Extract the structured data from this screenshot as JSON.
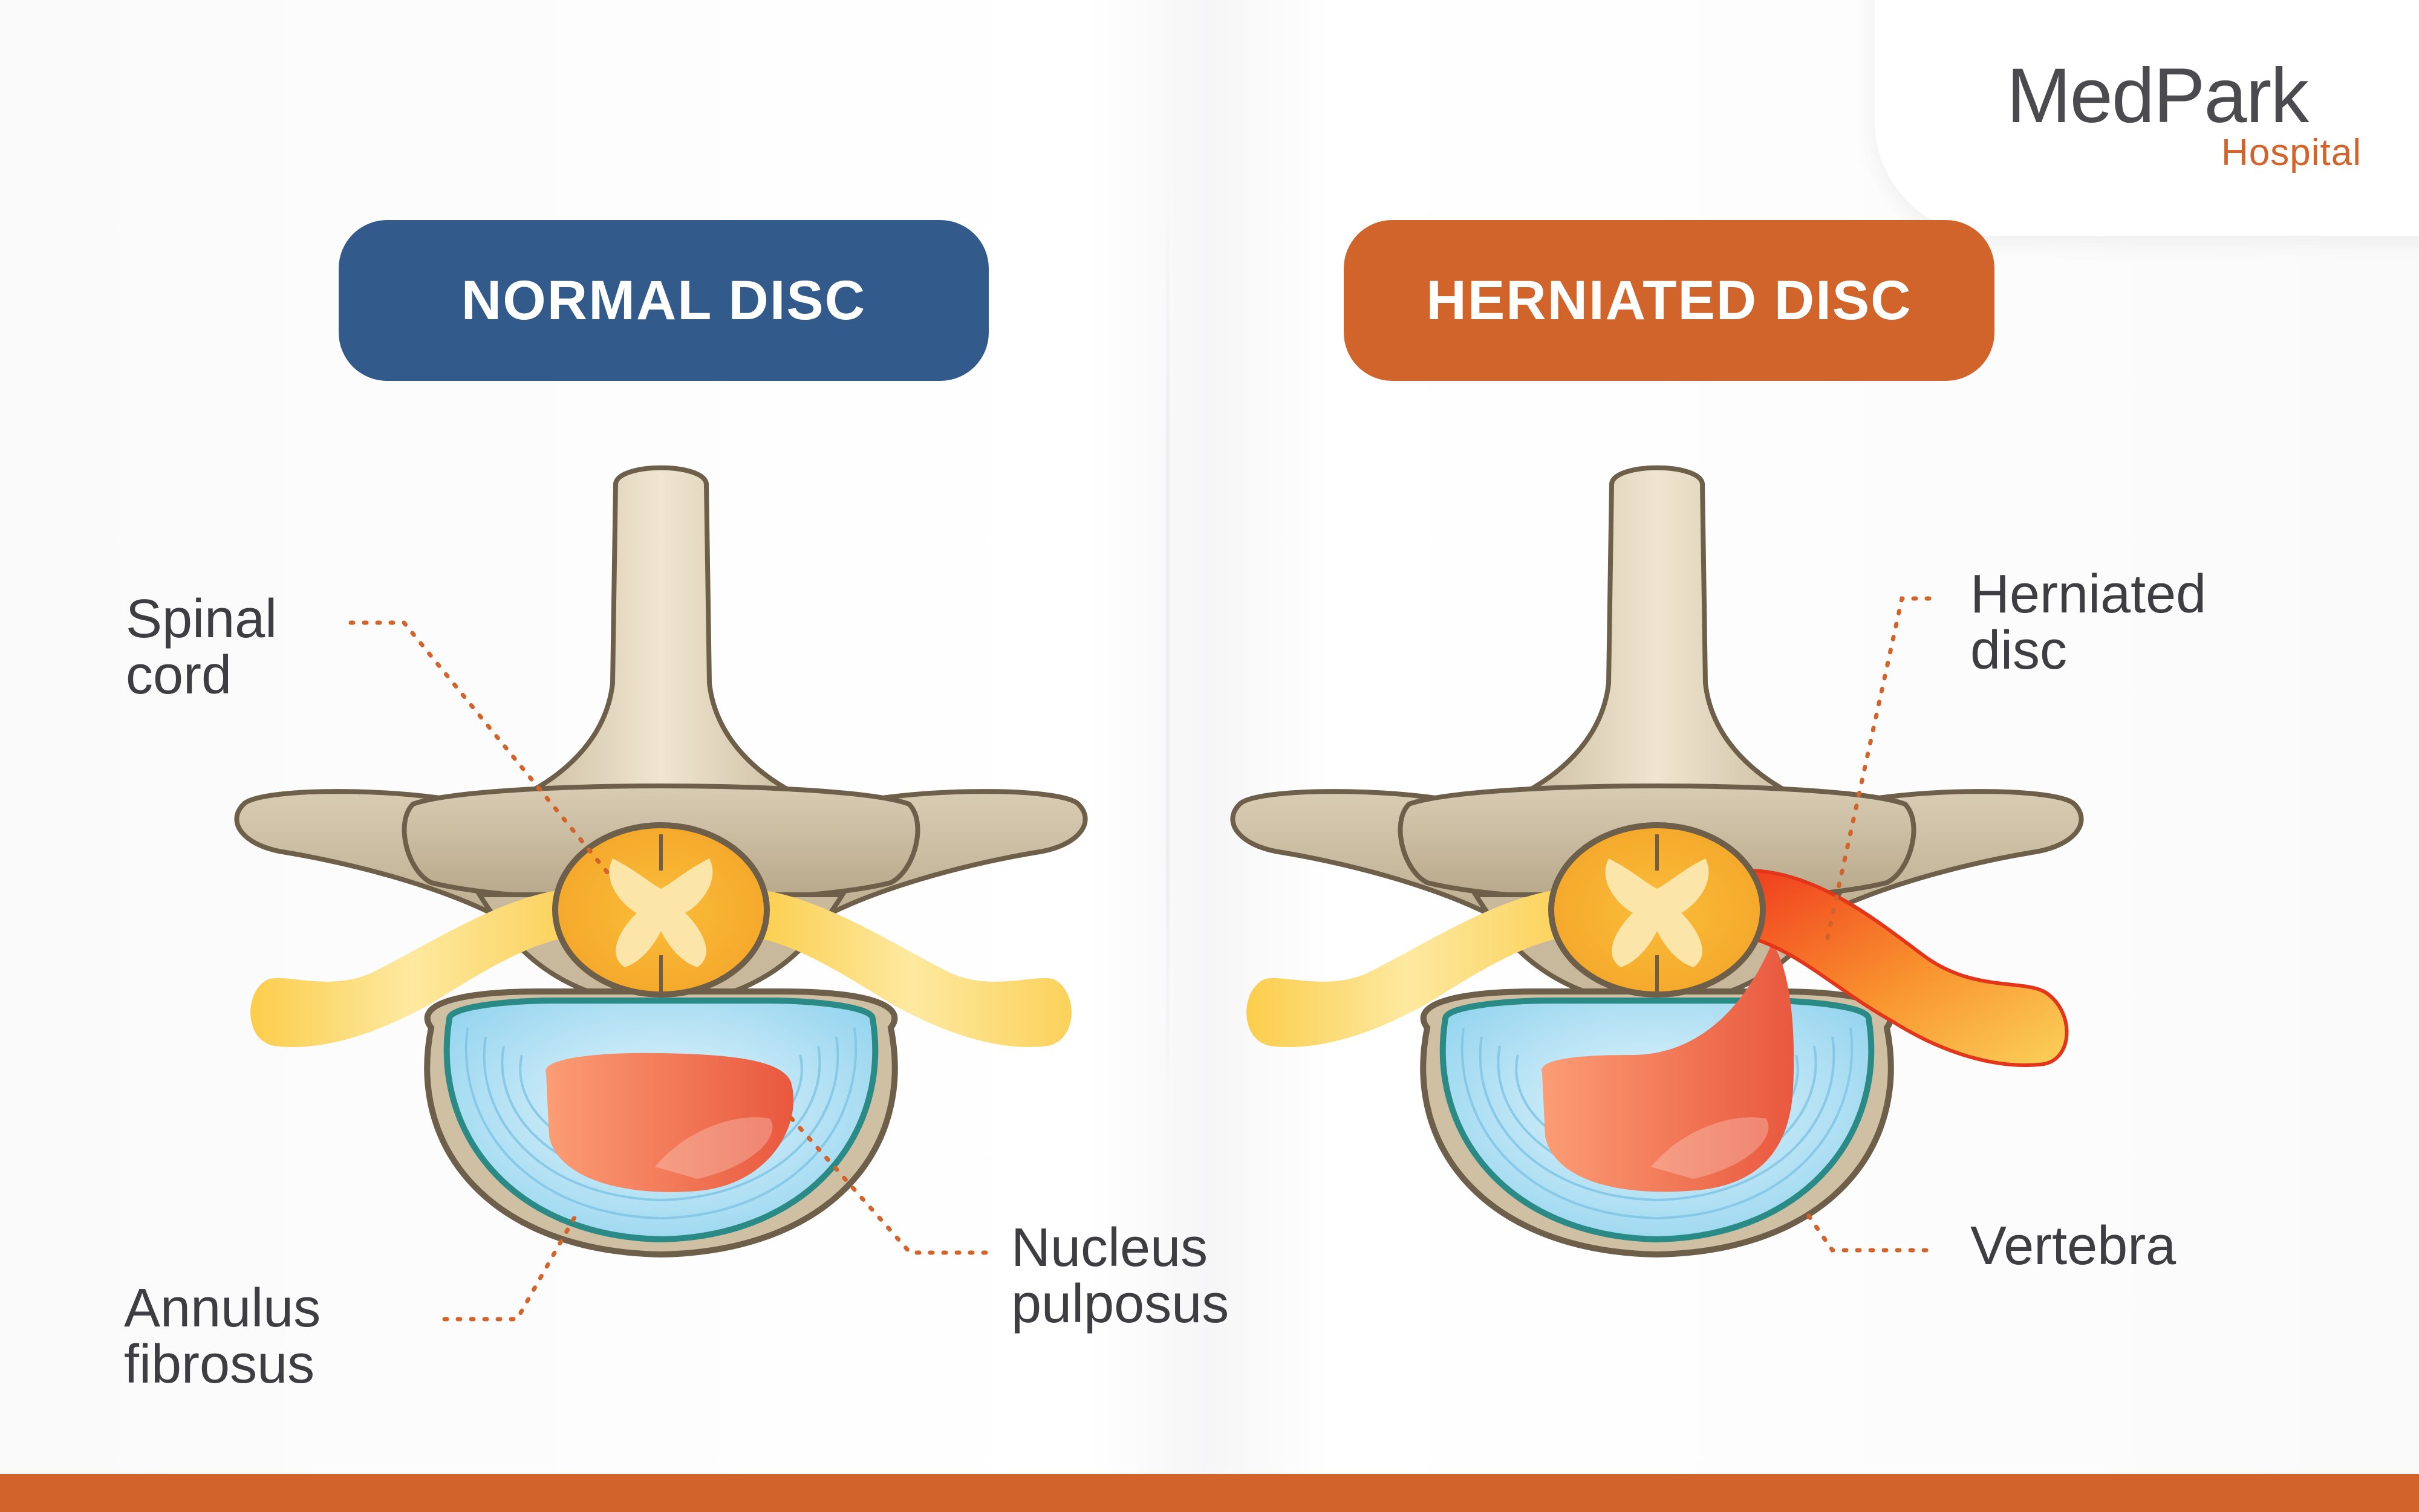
{
  "brand": {
    "name": "MedPark",
    "sub": "Hospital"
  },
  "panels": {
    "normal": {
      "title": "NORMAL DISC"
    },
    "herniated": {
      "title": "HERNIATED DISC"
    }
  },
  "labels": {
    "spinal_cord": [
      "Spinal",
      "cord"
    ],
    "annulus_fibrosus": [
      "Annulus",
      "fibrosus"
    ],
    "nucleus_pulposus": [
      "Nucleus",
      "pulposus"
    ],
    "herniated_disc": [
      "Herniated",
      "disc"
    ],
    "vertebra": "Vertebra"
  },
  "colors": {
    "normal_accent": "#325b8b",
    "herniated_accent": "#d0642b",
    "bone": "#c8b89c",
    "nerve": "#fbd15a",
    "annulus": "#bfe6f7",
    "nucleus": "#f0765a",
    "leader_line": "#d2632a"
  }
}
